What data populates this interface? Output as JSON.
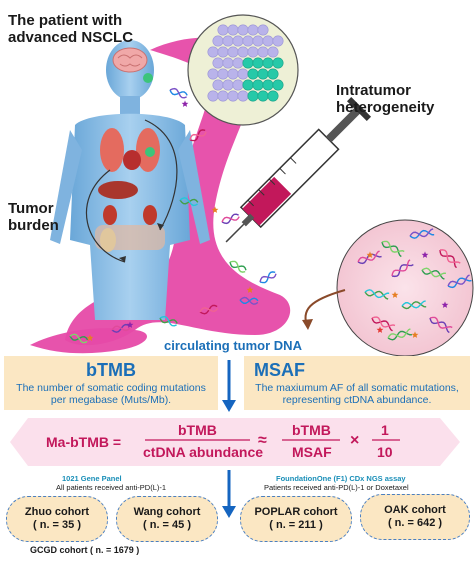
{
  "labels": {
    "patient_line1": "The patient with",
    "patient_line2": "advanced NSCLC",
    "heterogeneity_line1": "Intratumor",
    "heterogeneity_line2": "heterogeneity",
    "burden_line1": "Tumor",
    "burden_line2": "burden",
    "ctdna": "circulating tumor DNA"
  },
  "btmb": {
    "title": "bTMB",
    "desc_line1": "The number of somatic coding mutations",
    "desc_line2": "per megabase (Muts/Mb)."
  },
  "msaf": {
    "title": "MSAF",
    "desc_line1": "The maxiumum AF of all somatic mutations,",
    "desc_line2": "representing ctDNA abundance."
  },
  "formula": {
    "lhs": "Ma-bTMB =",
    "num1": "bTMB",
    "den1": "ctDNA abundance",
    "approx": "≈",
    "num2": "bTMB",
    "den2": "MSAF",
    "times": "×",
    "num3": "1",
    "den3": "10"
  },
  "left_panel": {
    "header": "1021 Gene Panel",
    "subtext": "All patients received anti-PD(L)-1"
  },
  "right_panel": {
    "header": "FoundationOne (F1) CDx NGS assay",
    "subtext": "Patients received anti-PD(L)-1 or Doxetaxel"
  },
  "cohorts": [
    {
      "name": "Zhuo cohort",
      "n": "( n. = 35 )"
    },
    {
      "name": "Wang cohort",
      "n": "( n. = 45 )"
    },
    {
      "name": "POPLAR cohort",
      "n": "( n. = 211 )"
    },
    {
      "name": "OAK cohort",
      "n": "( n. = 642 )"
    }
  ],
  "gcgd": "GCGD cohort ( n. = 1679 )",
  "colors": {
    "ribbon": "#e64aa8",
    "box_fill": "#fbe7c3",
    "title_blue": "#1b6fb8",
    "formula_pink": "#c2185b",
    "arrow_blue": "#1565c0",
    "cohort_border": "#4a7fc1"
  }
}
